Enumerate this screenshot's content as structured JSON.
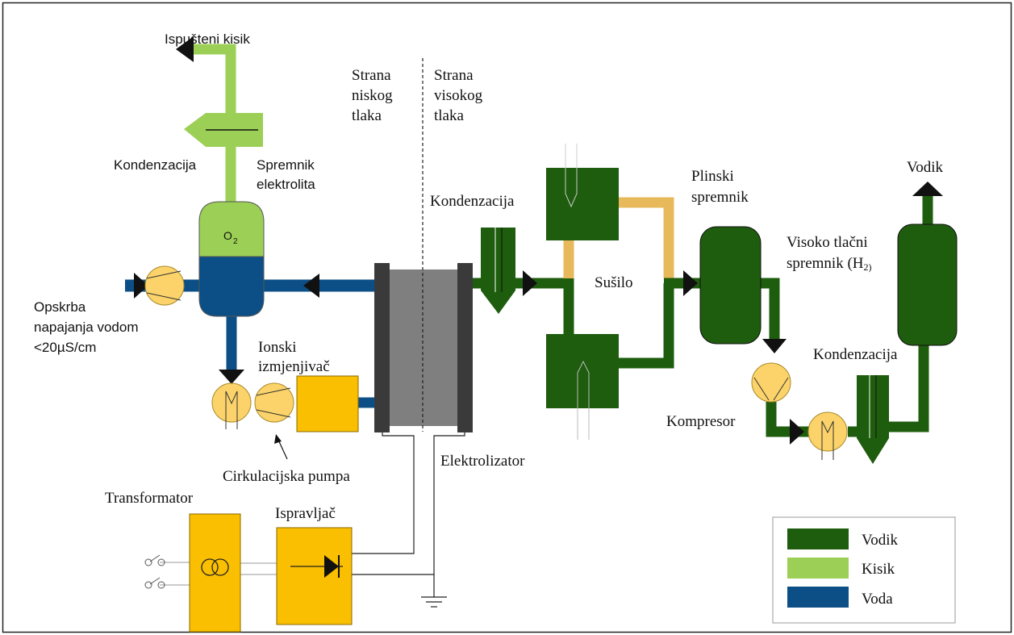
{
  "colors": {
    "hydrogen": "#1e5c0e",
    "oxygen": "#9ccf55",
    "water": "#0c4f86",
    "component_yellow": "#f9bf00",
    "pump_yellow": "#fbd36a",
    "pipe_orange": "#e8b95a",
    "electrolyzer_dark": "#3a3a3a",
    "electrolyzer_mid": "#7f7f7f"
  },
  "labels": {
    "released_oxygen": "Ispušteni kisik",
    "condensation_o2": "Kondenzacija",
    "electrolyte_tank_line1": "Spremnik",
    "electrolyte_tank_line2": "elektrolita",
    "o2_symbol": "O",
    "o2_subscript": "2",
    "low_pressure_line1": "Strana",
    "low_pressure_line2": "niskog",
    "low_pressure_line3": "tlaka",
    "high_pressure_line1": "Strana",
    "high_pressure_line2": "visokog",
    "high_pressure_line3": "tlaka",
    "feed_line1": "Opskrba",
    "feed_line2": "napajanja vodom",
    "feed_line3": "<20µS/cm",
    "ion_exchanger_line1": "Ionski",
    "ion_exchanger_line2": "izmjenjivač",
    "circulation_pump": "Cirkulacijska pumpa",
    "electrolyzer": "Elektrolizator",
    "transformer": "Transformator",
    "rectifier": "Ispravljač",
    "condensation_h2": "Kondenzacija",
    "dryer": "Sušilo",
    "gas_tank_line1": "Plinski",
    "gas_tank_line2": "spremnik",
    "hp_tank_line1": "Visoko tlačni",
    "hp_tank_line2": "spremnik (H",
    "hp_tank_sub": "2)",
    "compressor": "Kompresor",
    "condensation_hp": "Kondenzacija",
    "hydrogen_out": "Vodik"
  },
  "legend": [
    {
      "label": "Vodik",
      "color": "#1e5c0e"
    },
    {
      "label": "Kisik",
      "color": "#9ccf55"
    },
    {
      "label": "Voda",
      "color": "#0c4f86"
    }
  ]
}
